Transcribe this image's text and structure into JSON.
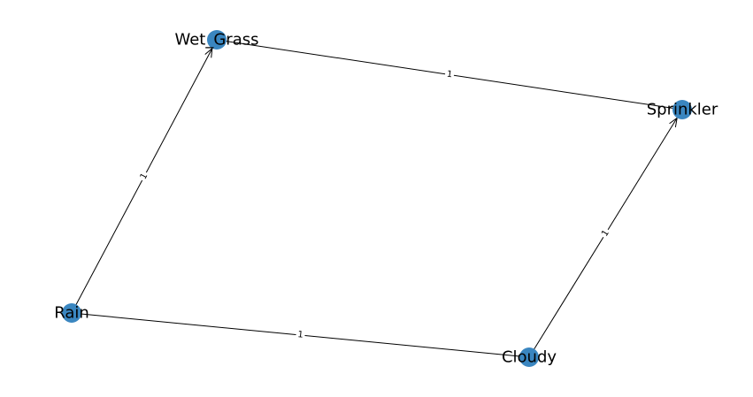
{
  "graph": {
    "nodes": [
      {
        "id": "wet_grass",
        "label": "Wet_Grass"
      },
      {
        "id": "sprinkler",
        "label": "Sprinkler"
      },
      {
        "id": "rain",
        "label": "Rain"
      },
      {
        "id": "cloudy",
        "label": "Cloudy"
      }
    ],
    "edges": [
      {
        "source": "rain",
        "target": "wet_grass",
        "label": "1",
        "directed": true
      },
      {
        "source": "cloudy",
        "target": "sprinkler",
        "label": "1",
        "directed": true
      },
      {
        "source": "rain",
        "target": "cloudy",
        "label": "1",
        "directed": false
      },
      {
        "source": "wet_grass",
        "target": "sprinkler",
        "label": "1",
        "directed": false
      }
    ],
    "colors": {
      "node_fill": "#3a86c0",
      "edge": "#000000",
      "label_bg": "#ffffff"
    }
  }
}
